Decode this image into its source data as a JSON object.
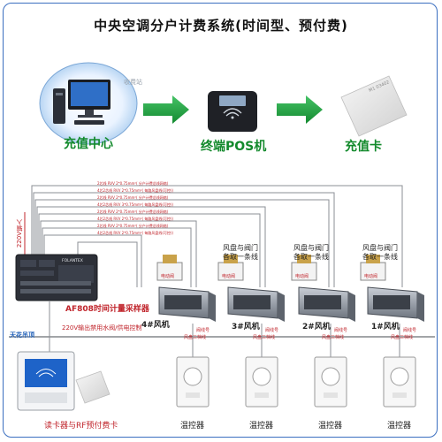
{
  "title": "中央空调分户计费系统(时间型、预付费)",
  "stations": {
    "charge_center": "充值中心",
    "pos_terminal": "终端POS机",
    "card": "充值卡",
    "card_print": "M1 03402"
  },
  "cables": [
    "2芯线 RVV 2*0.75mm²( 分户计费总线网络)",
    "4芯2芯线 RVV 2*0.75mm²( 每路风盘线(可控))",
    "2芯线 RVV 2*0.75mm²( 分户计费总线网络)",
    "4芯2芯线 RVV 3*0.75mm²( 每路风盘线(可控))",
    "2芯线 RVV 2*0.75mm²( 分户计费总线网络)",
    "4芯2芯线 RVV 2*0.75mm²( 每路风盘线(可控))",
    "2芯线 RVV 2*0.75mm²( 分户计费总线网络)",
    "4芯2芯线 RVV 2*0.75mm²( 每路风盘线(可控))"
  ],
  "power_label": "220V输入",
  "collector": {
    "brand": "FOLANTEX",
    "label": "AF808时间计量采样器",
    "power_note": "220V输出禁用水阀/供电控制"
  },
  "ceiling_label": "天花吊顶",
  "units": [
    {
      "fan": "4#风机",
      "valve_label": "",
      "valve": "电动阀",
      "wire_a": "阀线号",
      "wire_b": "风盘三档线"
    },
    {
      "fan": "3#风机",
      "valve_label": "风盘与阀门\n各取一条线",
      "valve": "电动阀",
      "wire_a": "阀线号",
      "wire_b": "风盘三档线"
    },
    {
      "fan": "2#风机",
      "valve_label": "风盘与阀门\n各取一条线",
      "valve": "电动阀",
      "wire_a": "阀线号",
      "wire_b": "风盘三档线"
    },
    {
      "fan": "1#风机",
      "valve_label": "风盘与阀门\n各取一条线",
      "valve": "电动阀",
      "wire_a": "阀线号",
      "wire_b": "风盘三档线"
    }
  ],
  "thermostats": [
    "温控器",
    "温控器",
    "温控器",
    "温控器"
  ],
  "reader_label": "读卡器与RF预付费卡",
  "colors": {
    "arrow_green": "#1f9a3a",
    "cable_gray": "#8b8f95",
    "red_text": "#c0242b",
    "frame_blue": "#3b6fc0"
  }
}
